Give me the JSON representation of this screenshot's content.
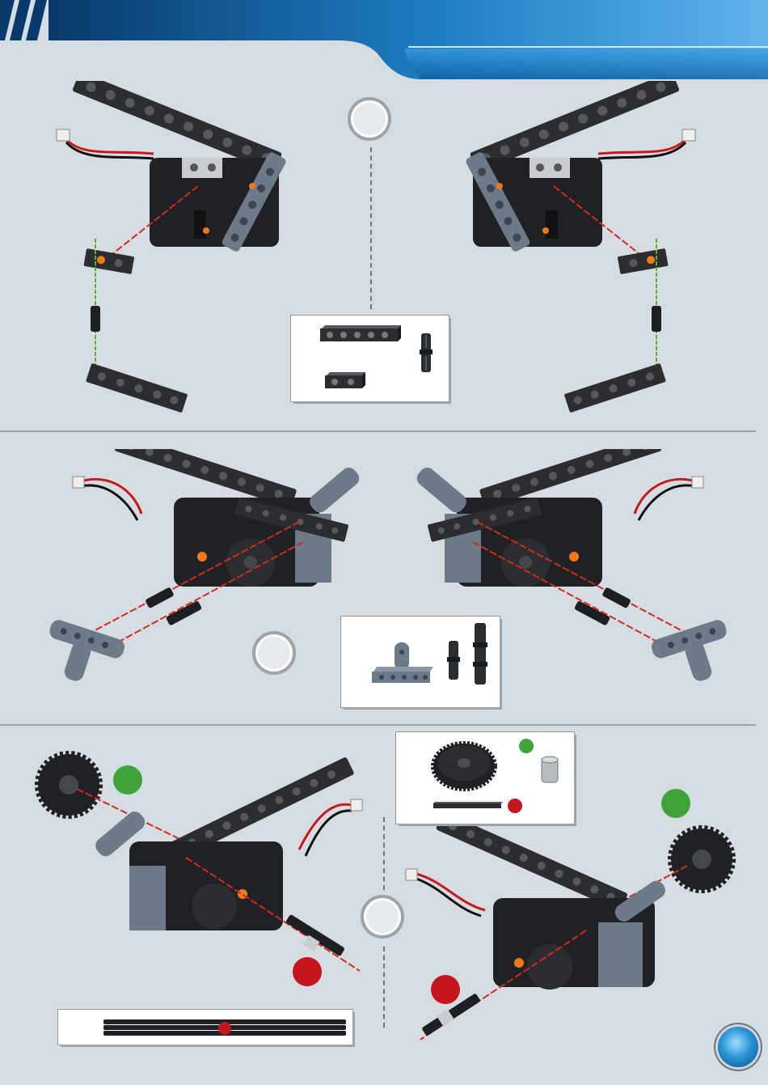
{
  "header": {
    "title": ""
  },
  "steps": [
    {
      "id": "step-a",
      "label": ""
    },
    {
      "id": "step-b",
      "label": ""
    },
    {
      "id": "step-c",
      "label": ""
    }
  ],
  "page": {
    "number": ""
  },
  "colors": {
    "background": "#d5dde3",
    "header_dark": "#0a3a6b",
    "header_blue": "#1f7fc4",
    "header_light": "#61b4ea",
    "part_dark": "#2b2d30",
    "part_grey": "#6d7a88",
    "axle_guide_red": "#d22b1e",
    "axle_guide_green": "#5cb32b",
    "marker_green": "#3fa33a",
    "marker_red": "#c4161c"
  },
  "icons": [
    "motor-assembly-icon",
    "beam-icon",
    "pin-icon",
    "gear-icon",
    "bushing-icon",
    "axle-icon",
    "t-beam-icon"
  ]
}
